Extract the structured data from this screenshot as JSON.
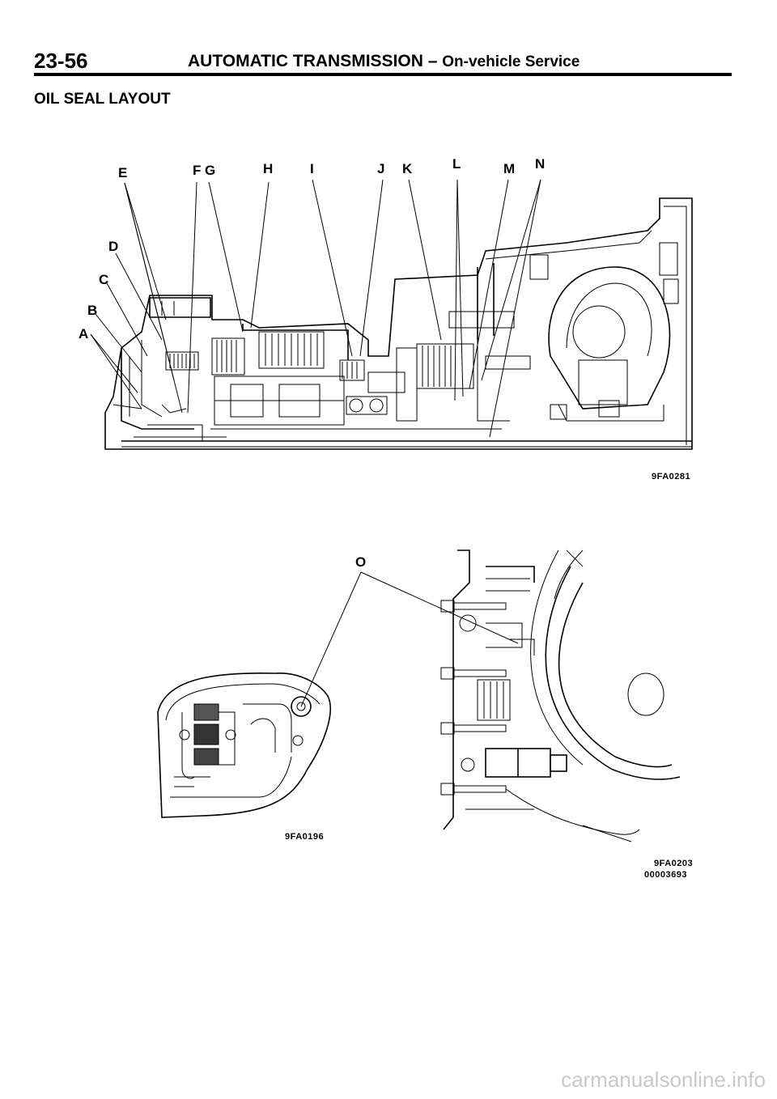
{
  "header": {
    "page_number": "23-56",
    "title": "AUTOMATIC TRANSMISSION",
    "dash": "–",
    "subtitle": "On-vehicle Service"
  },
  "section_title": "OIL SEAL LAYOUT",
  "figure_top": {
    "callouts": [
      "A",
      "B",
      "C",
      "D",
      "E",
      "F",
      "G",
      "H",
      "I",
      "J",
      "K",
      "L",
      "M",
      "N"
    ],
    "code": "9FA0281"
  },
  "figure_bottom": {
    "callout": "O",
    "code_left": "9FA0196",
    "code_right": "9FA0203",
    "doc_number": "00003693"
  },
  "watermark": "carmanualsonline.info"
}
